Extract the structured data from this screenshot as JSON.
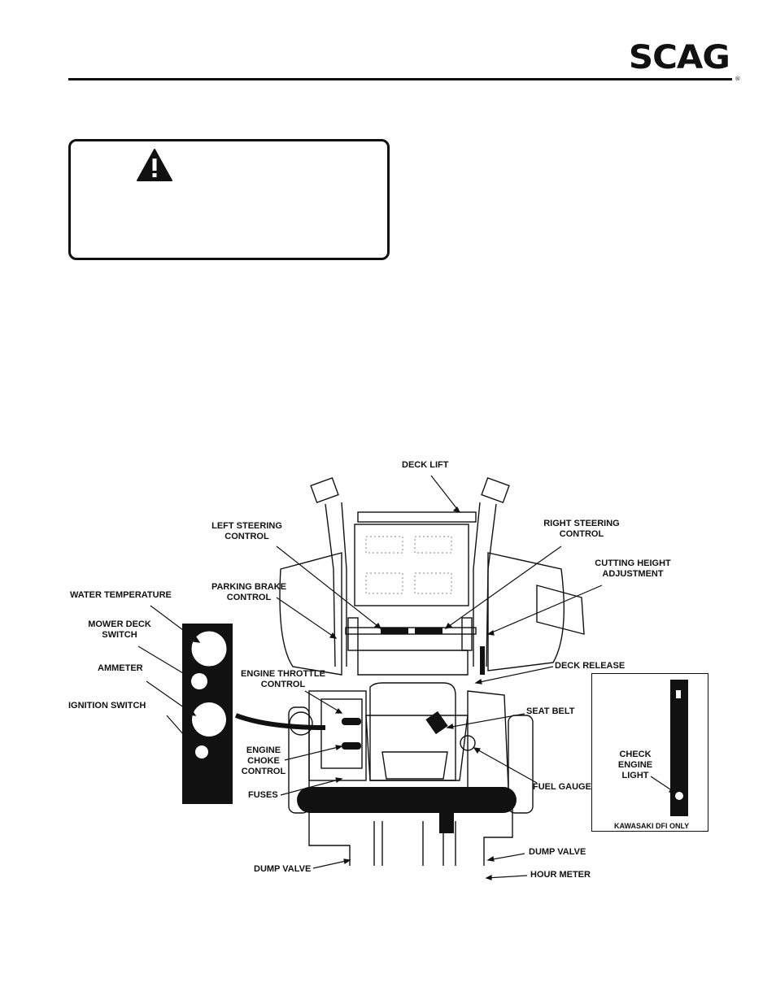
{
  "header": {
    "brand": "SCAG",
    "reg_mark": "®"
  },
  "warning": {
    "icon": "warning-triangle-icon"
  },
  "labels": {
    "deck_lift": "DECK LIFT",
    "left_steering_1": "LEFT STEERING",
    "left_steering_2": "CONTROL",
    "right_steering_1": "RIGHT STEERING",
    "right_steering_2": "CONTROL",
    "cutting_height_1": "CUTTING HEIGHT",
    "cutting_height_2": "ADJUSTMENT",
    "parking_brake_1": "PARKING BRAKE",
    "parking_brake_2": "CONTROL",
    "water_temp": "WATER TEMPERATURE",
    "mower_deck_1": "MOWER DECK",
    "mower_deck_2": "SWITCH",
    "ammeter": "AMMETER",
    "ignition": "IGNITION SWITCH",
    "throttle_1": "ENGINE THROTTLE",
    "throttle_2": "CONTROL",
    "choke_1": "ENGINE",
    "choke_2": "CHOKE",
    "choke_3": "CONTROL",
    "fuses": "FUSES",
    "deck_release": "DECK RELEASE",
    "seat_belt": "SEAT BELT",
    "fuel_gauge": "FUEL GAUGE",
    "check_1": "CHECK",
    "check_2": "ENGINE",
    "check_3": "LIGHT",
    "kawasaki": "KAWASAKI DFI ONLY",
    "dump_valve_left": "DUMP VALVE",
    "dump_valve_right": "DUMP VALVE",
    "hour_meter": "HOUR METER"
  }
}
